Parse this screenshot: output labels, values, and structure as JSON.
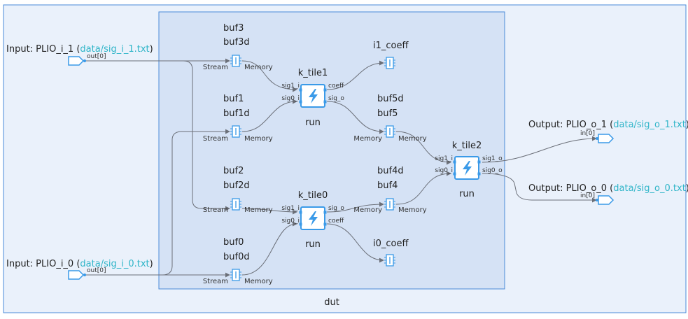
{
  "graph": {
    "name": "dut",
    "inputs": [
      {
        "prefix": "Input: PLIO_i_1 (",
        "file": "data/sig_i_1.txt",
        "suffix": ")",
        "port": "out[0]"
      },
      {
        "prefix": "Input: PLIO_i_0 (",
        "file": "data/sig_i_0.txt",
        "suffix": ")",
        "port": "out[0]"
      }
    ],
    "outputs": [
      {
        "prefix": "Output: PLIO_o_1 (",
        "file": "data/sig_o_1.txt",
        "suffix": ")",
        "port": "in[0]"
      },
      {
        "prefix": "Output: PLIO_o_0 (",
        "file": "data/sig_o_0.txt",
        "suffix": ")",
        "port": "in[0]"
      }
    ],
    "buffers": [
      {
        "name1": "buf3",
        "name2": "buf3d",
        "left": "Stream",
        "right": "Memory"
      },
      {
        "name1": "buf1",
        "name2": "buf1d",
        "left": "Stream",
        "right": "Memory"
      },
      {
        "name1": "buf2",
        "name2": "buf2d",
        "left": "Stream",
        "right": "Memory"
      },
      {
        "name1": "buf0",
        "name2": "buf0d",
        "left": "Stream",
        "right": "Memory"
      },
      {
        "name1": "buf5d",
        "name2": "buf5",
        "left": "Memory",
        "right": "Memory"
      },
      {
        "name1": "buf4d",
        "name2": "buf4",
        "left": "Memory",
        "right": "Memory"
      }
    ],
    "coeffs": [
      {
        "name": "i1_coeff"
      },
      {
        "name": "i0_coeff"
      }
    ],
    "kernels": [
      {
        "name": "k_tile1",
        "func": "run",
        "in1": "sig1_i",
        "in0": "sig0_i",
        "out1": "coeff",
        "out0": "sig_o"
      },
      {
        "name": "k_tile0",
        "func": "run",
        "in1": "sig1_i",
        "in0": "sig0_i",
        "out1": "sig_o",
        "out0": "coeff"
      },
      {
        "name": "k_tile2",
        "func": "run",
        "in1": "sig1_i",
        "in0": "sig0_i",
        "out1": "sig1_o",
        "out0": "sig0_o"
      }
    ]
  },
  "colors": {
    "outer_fill": "#eaf1fb",
    "inner_fill": "#d5e2f5",
    "border": "#4a8ad8",
    "node_blue": "#3a9ae8",
    "link": "#2fb5c8"
  }
}
